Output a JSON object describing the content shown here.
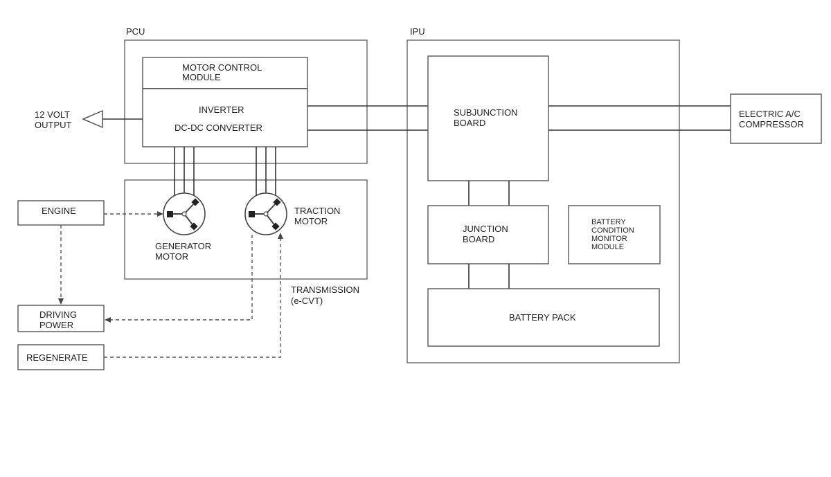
{
  "groups": {
    "pcu": "PCU",
    "ipu": "IPU",
    "transmission_line1": "TRANSMISSION",
    "transmission_line2": "(e-CVT)"
  },
  "pcu": {
    "motor_control_line1": "MOTOR CONTROL",
    "motor_control_line2": "MODULE",
    "inverter": "INVERTER",
    "dcdc": "DC-DC CONVERTER"
  },
  "output": {
    "line1": "12 VOLT",
    "line2": "OUTPUT"
  },
  "motors": {
    "generator_line1": "GENERATOR",
    "generator_line2": "MOTOR",
    "traction_line1": "TRACTION",
    "traction_line2": "MOTOR"
  },
  "left_boxes": {
    "engine": "ENGINE",
    "driving_line1": "DRIVING",
    "driving_line2": "POWER",
    "regenerate": "REGENERATE"
  },
  "ipu": {
    "subjunction_line1": "SUBJUNCTION",
    "subjunction_line2": "BOARD",
    "junction_line1": "JUNCTION",
    "junction_line2": "BOARD",
    "bcm_line1": "BATTERY",
    "bcm_line2": "CONDITION",
    "bcm_line3": "MONITOR",
    "bcm_line4": "MODULE",
    "battery_pack": "BATTERY PACK"
  },
  "compressor": {
    "line1": "ELECTRIC A/C",
    "line2": "COMPRESSOR"
  }
}
